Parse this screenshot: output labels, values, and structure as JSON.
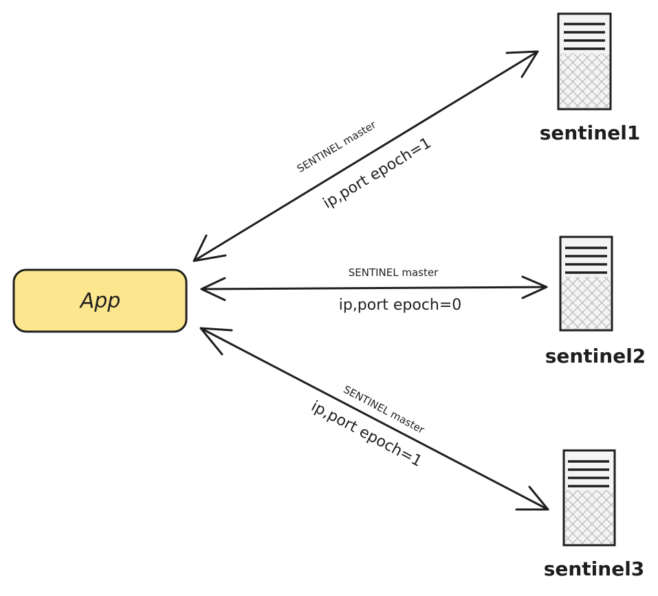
{
  "app": {
    "label": "App",
    "fill": "#fce68e",
    "stroke": "#1e1e1e"
  },
  "servers": [
    {
      "label": "sentinel1"
    },
    {
      "label": "sentinel2"
    },
    {
      "label": "sentinel3"
    }
  ],
  "links": [
    {
      "command": "SENTINEL master",
      "reply": "ip,port epoch=1"
    },
    {
      "command": "SENTINEL master",
      "reply": "ip,port epoch=0"
    },
    {
      "command": "SENTINEL master",
      "reply": "ip,port epoch=1"
    }
  ],
  "colors": {
    "stroke": "#1e1e1e",
    "hatch": "#b8b8b8",
    "server_fill": "#f4f4f4"
  }
}
